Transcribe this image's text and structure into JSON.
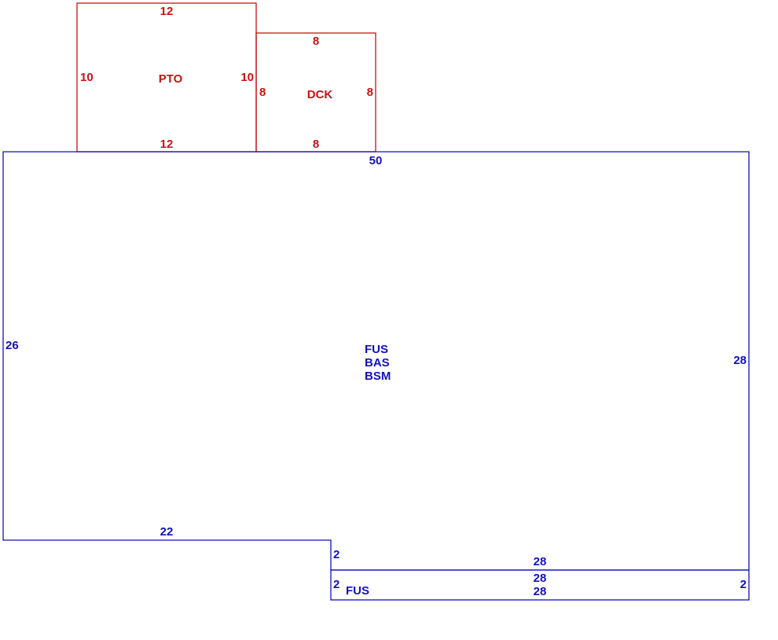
{
  "colors": {
    "addition": "#cc1111",
    "main": "#1111bb"
  },
  "areas": {
    "pto": {
      "code": "PTO",
      "dims": {
        "top": "12",
        "bottom": "12",
        "left": "10",
        "right": "10"
      }
    },
    "dck": {
      "code": "DCK",
      "dims": {
        "top": "8",
        "bottom": "8",
        "left": "8",
        "right": "8"
      }
    },
    "main": {
      "codes": [
        "FUS",
        "BAS",
        "BSM"
      ],
      "dims": {
        "top": "50",
        "left": "26",
        "right": "28",
        "bottom_left": "22",
        "step": "2",
        "bottom_right": "28"
      }
    },
    "lower": {
      "code": "FUS",
      "dims": {
        "top": "28",
        "bottom": "28",
        "left": "2",
        "right": "2"
      }
    }
  }
}
